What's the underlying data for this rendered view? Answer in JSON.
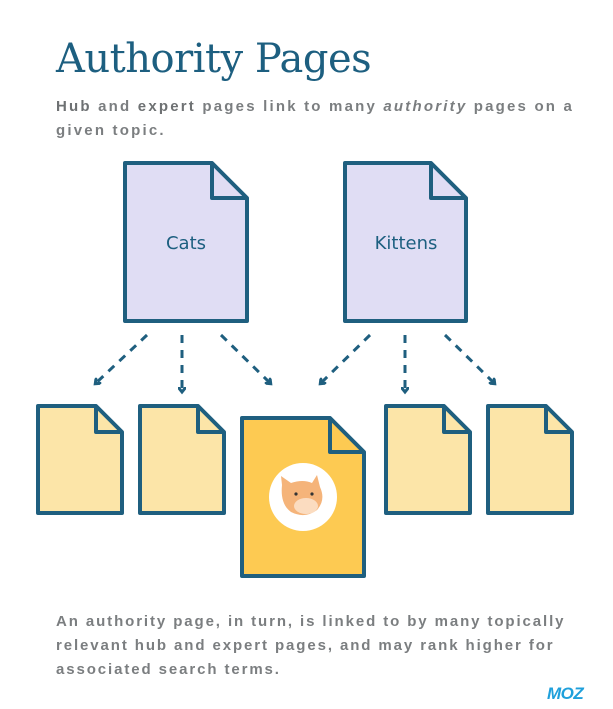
{
  "title": "Authority Pages",
  "subtitle": {
    "hub": "Hub",
    "and": " and ",
    "expert": "expert",
    "mid": " pages link to many ",
    "authority": "authority",
    "end": " pages on a given topic."
  },
  "hubs": [
    {
      "label": "Cats"
    },
    {
      "label": "Kittens"
    }
  ],
  "footer": "An authority page, in turn, is linked to by many topically relevant hub and expert pages, and may rank higher for associated search terms.",
  "logo": "MOZ",
  "colors": {
    "stroke": "#1f5f7f",
    "hub_fill": "#e0ddf4",
    "page_fill": "#fce5a8",
    "authority_fill": "#fdca52",
    "text": "#7b7e80",
    "title": "#1d5f80"
  }
}
